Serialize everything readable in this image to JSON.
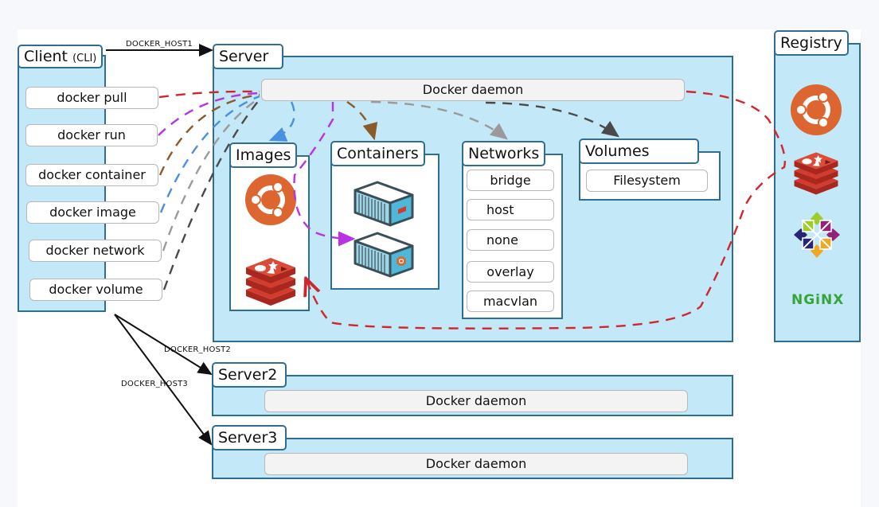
{
  "client": {
    "title": "Client",
    "subtitle": "(CLI)",
    "commands": [
      "docker pull",
      "docker run",
      "docker container",
      "docker image",
      "docker network",
      "docker volume"
    ]
  },
  "connections": {
    "host1": "DOCKER_HOST1",
    "host2": "DOCKER_HOST2",
    "host3": "DOCKER_HOST3"
  },
  "server": {
    "title": "Server",
    "daemon_label": "Docker daemon",
    "images": {
      "title": "Images",
      "items": [
        "ubuntu-icon",
        "redis-icon"
      ]
    },
    "containers": {
      "title": "Containers",
      "items": [
        "container-redis-icon",
        "container-ubuntu-icon"
      ]
    },
    "networks": {
      "title": "Networks",
      "items": [
        "bridge",
        "host",
        "none",
        "overlay",
        "macvlan"
      ]
    },
    "volumes": {
      "title": "Volumes",
      "items": [
        "Filesystem"
      ]
    }
  },
  "server2": {
    "title": "Server2",
    "daemon_label": "Docker daemon"
  },
  "server3": {
    "title": "Server3",
    "daemon_label": "Docker daemon"
  },
  "registry": {
    "title": "Registry",
    "items": [
      "ubuntu-icon",
      "redis-icon",
      "centos-icon",
      "nginx-logo"
    ],
    "nginx_text": "NGiNX"
  },
  "colors": {
    "panel_fill": "#c3e8f7",
    "panel_border": "#2f6e8f",
    "pull": "#d0262e",
    "run": "#b833e6",
    "container": "#8a5a2b",
    "image": "#4a8fe0",
    "network": "#9a9a9a",
    "volume": "#4a4a4a",
    "ubuntu": "#dd6630",
    "redis": "#d13c2f"
  }
}
